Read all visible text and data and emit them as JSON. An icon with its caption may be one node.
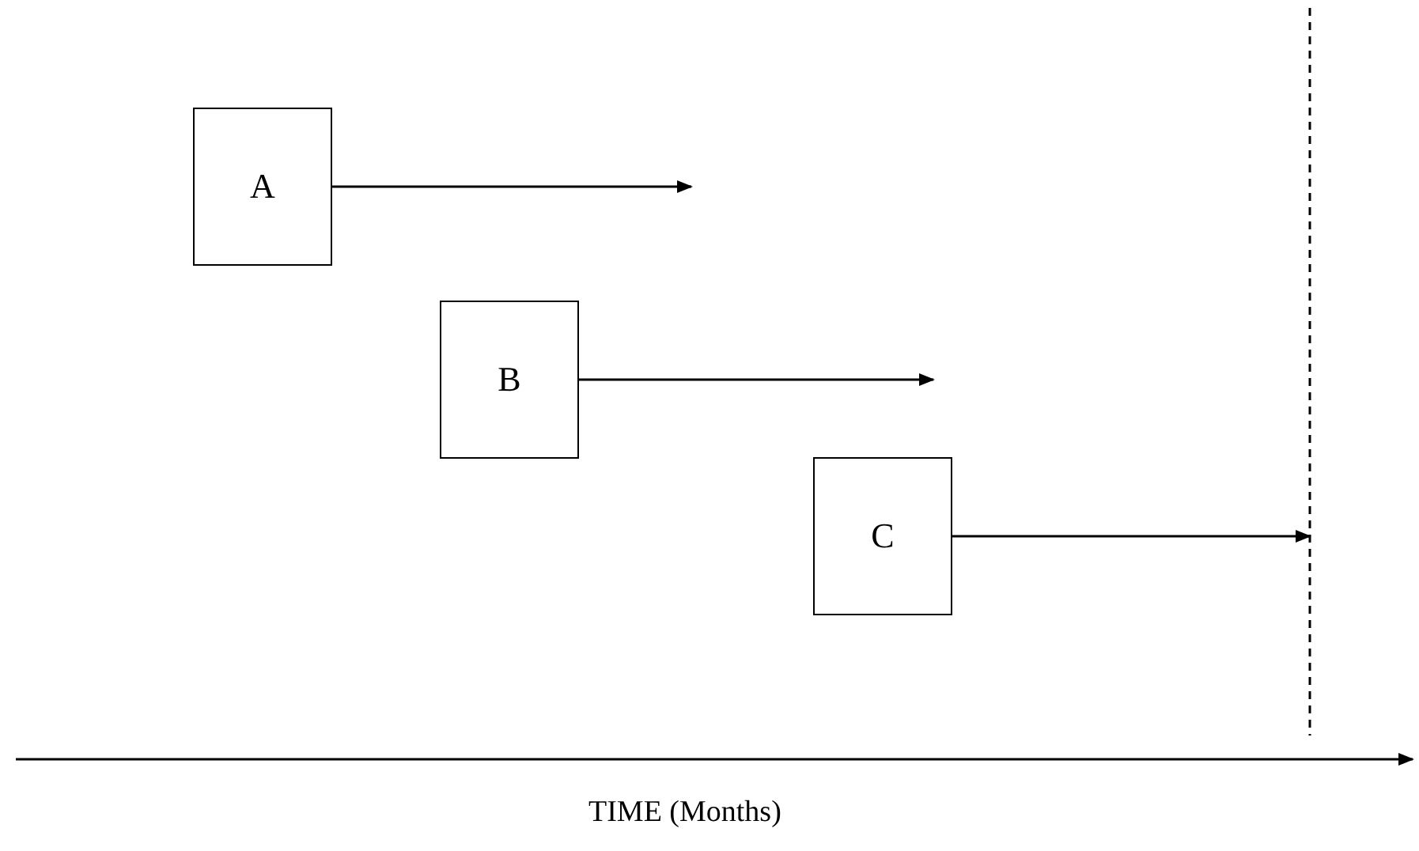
{
  "diagram": {
    "nodes": [
      {
        "text": [
          "A"
        ]
      },
      {
        "text": [
          "B"
        ]
      },
      {
        "text": [
          "C"
        ]
      }
    ],
    "edges": [
      {
        "from": 0,
        "to": null,
        "arrow": "to"
      },
      {
        "from": 1,
        "to": null,
        "arrow": "to"
      },
      {
        "from": 2,
        "to": null,
        "arrow": "to"
      }
    ],
    "labels": [
      "TIME (Months)"
    ]
  }
}
